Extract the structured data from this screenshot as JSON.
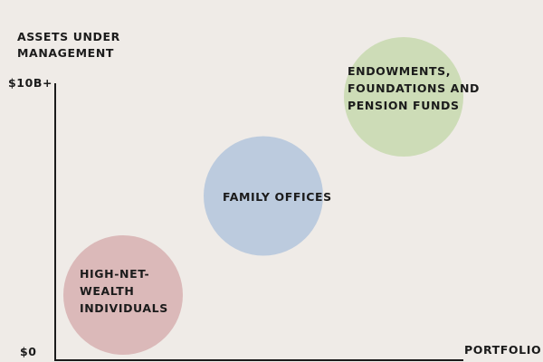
{
  "chart_data": {
    "type": "scatter",
    "title": "",
    "ylabel": [
      "ASSETS UNDER",
      "MANAGEMENT"
    ],
    "xlabel": "PORTFOLIO",
    "yticks": [
      "$0",
      "$10B+"
    ],
    "grid": false,
    "legend": "none",
    "series": [
      {
        "label": [
          "HIGH-NET-",
          "WEALTH",
          "INDIVIDUALS"
        ],
        "x": 1,
        "y": 1,
        "color": "#dbb9b9"
      },
      {
        "label": [
          "FAMILY OFFICES"
        ],
        "x": 2,
        "y": 5,
        "color": "#bccbde"
      },
      {
        "label": [
          "ENDOWMENTS,",
          "FOUNDATIONS AND",
          "PENSION FUNDS"
        ],
        "x": 3,
        "y": 9,
        "color": "#cddcb7"
      }
    ]
  }
}
